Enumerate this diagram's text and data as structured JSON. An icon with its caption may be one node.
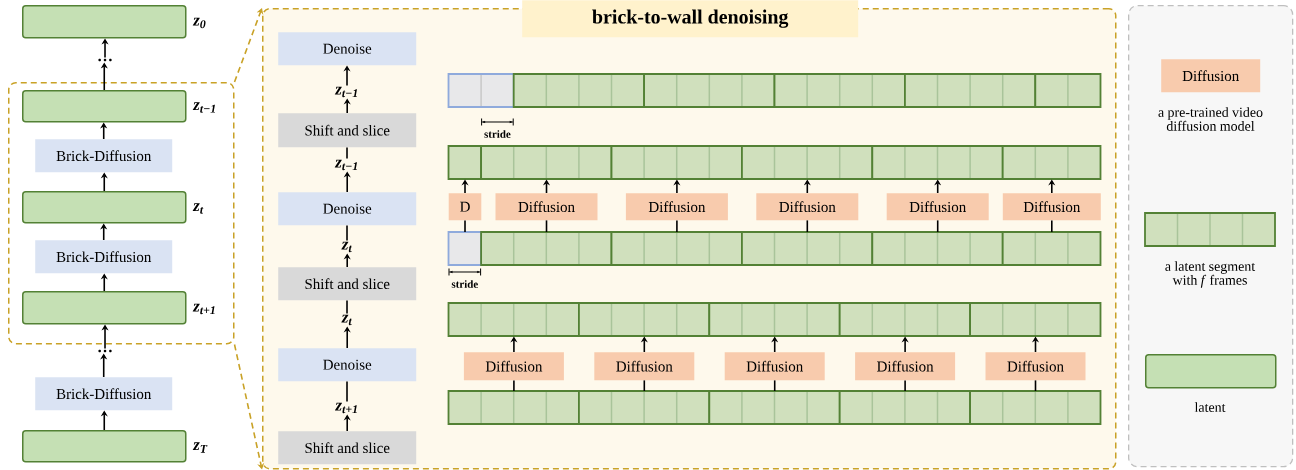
{
  "diagram": {
    "nodes": [
      {
        "text": [],
        "shape": "box",
        "beside": [
          "z$_{0}$"
        ]
      },
      {
        "text": [
          "…"
        ]
      },
      {
        "text": [],
        "shape": "box"
      },
      {
        "text": [],
        "shape": "box",
        "in": 2,
        "beside": [
          "z$_{t−1}$"
        ]
      },
      {
        "text": [
          "Brick-Diffusion"
        ],
        "in": 2
      },
      {
        "text": [],
        "shape": "box",
        "in": 2,
        "beside": [
          "z$_{t}$"
        ]
      },
      {
        "text": [
          "Brick-Diffusion"
        ],
        "in": 2
      },
      {
        "text": [],
        "shape": "box",
        "in": 2,
        "beside": [
          "z$_{t+1}$"
        ]
      },
      {
        "text": [
          "…"
        ]
      },
      {
        "text": [
          "Brick-Diffusion"
        ]
      },
      {
        "text": [],
        "shape": "box",
        "beside": [
          "z$_{T}$"
        ]
      },
      {
        "text": [
          "brick-to-wall denoising"
        ]
      },
      {
        "text": [
          "Denoise"
        ],
        "in": 11
      },
      {
        "text": [
          "z$_{t−1}$"
        ],
        "in": 11
      },
      {
        "text": [
          "Shift and slice"
        ],
        "in": 11
      },
      {
        "text": [
          "z$_{t−1}$"
        ],
        "in": 11
      },
      {
        "text": [
          "Denoise"
        ],
        "in": 11
      },
      {
        "text": [
          "z$_{t}$"
        ],
        "in": 11
      },
      {
        "text": [
          "Shift and slice"
        ],
        "in": 11
      },
      {
        "text": [
          "z$_{t}$"
        ],
        "in": 11
      },
      {
        "text": [
          "Denoise"
        ],
        "in": 11
      },
      {
        "text": [
          "z$_{t+1}$"
        ],
        "in": 11
      },
      {
        "text": [
          "Shift and slice"
        ],
        "in": 11
      },
      {
        "text": [],
        "shape": "bar",
        "in": 11
      },
      {
        "text": [],
        "shape": "bar",
        "in": 11
      },
      {
        "text": [],
        "shape": "bar",
        "in": 11
      },
      {
        "text": [],
        "shape": "bar",
        "in": 11
      },
      {
        "text": [],
        "shape": "bar",
        "in": 11
      },
      {
        "text": [],
        "shape": "bar",
        "in": 11
      },
      {
        "text": [],
        "shape": "bar",
        "in": 11
      },
      {
        "text": [],
        "shape": "bar",
        "in": 11
      },
      {
        "text": [],
        "shape": "bar",
        "in": 11
      },
      {
        "text": [],
        "shape": "bar",
        "in": 11
      },
      {
        "text": [],
        "shape": "bar",
        "in": 11
      },
      {
        "text": [],
        "shape": "bar",
        "in": 11
      },
      {
        "text": [],
        "shape": "bar",
        "in": 11
      },
      {
        "text": [],
        "shape": "bar",
        "in": 11
      },
      {
        "text": [],
        "shape": "bar",
        "in": 11
      },
      {
        "text": [],
        "shape": "bar",
        "in": 11
      },
      {
        "text": [],
        "shape": "bar",
        "in": 11
      },
      {
        "text": [],
        "shape": "bar",
        "in": 11
      },
      {
        "text": [],
        "shape": "bar",
        "in": 11
      },
      {
        "text": [],
        "shape": "bar",
        "in": 11
      },
      {
        "text": [],
        "shape": "bar",
        "in": 11
      },
      {
        "text": [],
        "shape": "bar",
        "in": 11
      },
      {
        "text": [],
        "shape": "bar",
        "in": 11
      },
      {
        "text": [],
        "shape": "bar",
        "in": 11
      },
      {
        "text": [],
        "shape": "bar",
        "in": 11
      },
      {
        "text": [],
        "shape": "bar",
        "in": 11
      },
      {
        "text": [],
        "shape": "bar",
        "in": 11
      },
      {
        "text": [],
        "shape": "bar",
        "in": 11
      },
      {
        "text": [
          "D"
        ],
        "in": 11
      },
      {
        "text": [
          "Diffusion"
        ],
        "in": 11
      },
      {
        "text": [
          "Diffusion"
        ],
        "in": 11
      },
      {
        "text": [
          "Diffusion"
        ],
        "in": 11
      },
      {
        "text": [
          "Diffusion"
        ],
        "in": 11
      },
      {
        "text": [
          "Diffusion"
        ],
        "in": 11
      },
      {
        "text": [
          "Diffusion"
        ],
        "in": 11
      },
      {
        "text": [
          "Diffusion"
        ],
        "in": 11
      },
      {
        "text": [
          "Diffusion"
        ],
        "in": 11
      },
      {
        "text": [
          "Diffusion"
        ],
        "in": 11
      },
      {
        "text": [
          "Diffusion"
        ],
        "in": 11
      },
      {
        "text": [],
        "shape": "box"
      },
      {
        "text": [
          "Diffusion"
        ],
        "in": 62,
        "beside": [
          "a pre-trained video diffusion model"
        ]
      },
      {
        "text": [],
        "shape": "bar",
        "in": 62,
        "beside": [
          "a latent segment with *f* frames"
        ]
      },
      {
        "text": [],
        "shape": "box",
        "in": 62,
        "beside": [
          "latent"
        ]
      }
    ],
    "edges": [
      {
        "from": 1,
        "to": 0,
        "arrow": "to"
      },
      {
        "from": 3,
        "to": 1,
        "arrow": "to"
      },
      {
        "from": 4,
        "to": 3,
        "arrow": "to"
      },
      {
        "from": 5,
        "to": 4,
        "arrow": "to"
      },
      {
        "from": 6,
        "to": 5,
        "arrow": "to"
      },
      {
        "from": 7,
        "to": 6,
        "arrow": "to"
      },
      {
        "from": 8,
        "to": 7,
        "arrow": "to"
      },
      {
        "from": 9,
        "to": 8,
        "arrow": "to"
      },
      {
        "from": 10,
        "to": 9,
        "arrow": "to"
      },
      {
        "from": 2,
        "to": 11,
        "arrow": "to",
        "style": "dashed",
        "color": "#c9a227"
      },
      {
        "from": 2,
        "to": 11,
        "arrow": "to",
        "style": "dashed",
        "color": "#c9a227"
      },
      {
        "from": 13,
        "to": 12,
        "arrow": "to"
      },
      {
        "from": 14,
        "to": 13,
        "arrow": "to"
      },
      {
        "from": 15,
        "to": 14,
        "arrow": "none"
      },
      {
        "from": 16,
        "to": 15,
        "arrow": "to"
      },
      {
        "from": 17,
        "to": 16,
        "arrow": "none"
      },
      {
        "from": 18,
        "to": 17,
        "arrow": "to"
      },
      {
        "from": 19,
        "to": 18,
        "arrow": "none"
      },
      {
        "from": 20,
        "to": 19,
        "arrow": "to"
      },
      {
        "from": 21,
        "to": 20,
        "arrow": "none"
      },
      {
        "from": 22,
        "to": 21,
        "arrow": "to"
      },
      {
        "from": 51,
        "to": 29,
        "arrow": "to"
      },
      {
        "from": 35,
        "to": 51,
        "arrow": "none"
      },
      {
        "from": 52,
        "to": 30,
        "arrow": "to"
      },
      {
        "from": 36,
        "to": 52,
        "arrow": "none"
      },
      {
        "from": 53,
        "to": 31,
        "arrow": "to"
      },
      {
        "from": 37,
        "to": 53,
        "arrow": "none"
      },
      {
        "from": 54,
        "to": 32,
        "arrow": "to"
      },
      {
        "from": 38,
        "to": 54,
        "arrow": "none"
      },
      {
        "from": 55,
        "to": 33,
        "arrow": "to"
      },
      {
        "from": 39,
        "to": 55,
        "arrow": "none"
      },
      {
        "from": 56,
        "to": 34,
        "arrow": "to"
      },
      {
        "from": 40,
        "to": 56,
        "arrow": "none"
      },
      {
        "from": 57,
        "to": 41,
        "arrow": "to"
      },
      {
        "from": 46,
        "to": 57,
        "arrow": "none"
      },
      {
        "from": 58,
        "to": 42,
        "arrow": "to"
      },
      {
        "from": 47,
        "to": 58,
        "arrow": "none"
      },
      {
        "from": 59,
        "to": 43,
        "arrow": "to"
      },
      {
        "from": 48,
        "to": 59,
        "arrow": "none"
      },
      {
        "from": 60,
        "to": 44,
        "arrow": "to"
      },
      {
        "from": 49,
        "to": 60,
        "arrow": "none"
      },
      {
        "from": 61,
        "to": 45,
        "arrow": "to"
      },
      {
        "from": 50,
        "to": 61,
        "arrow": "none"
      }
    ],
    "labels": [
      "stride",
      "stride"
    ]
  }
}
